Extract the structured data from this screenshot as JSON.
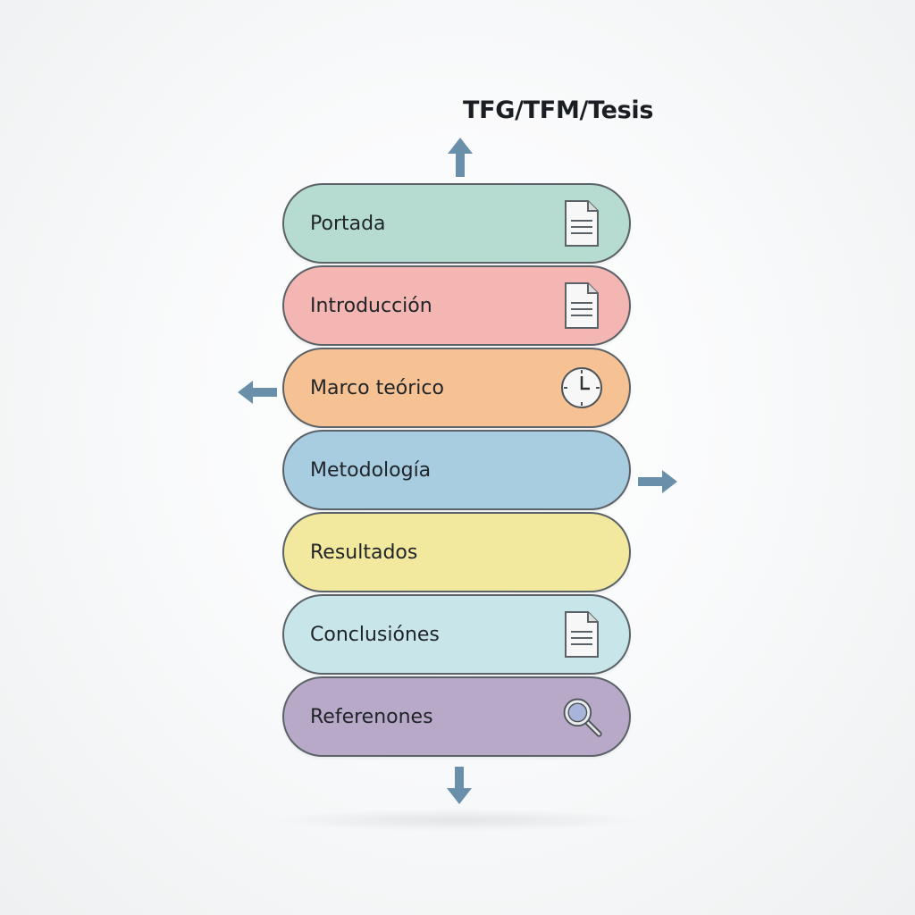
{
  "diagram": {
    "title": "TFG/TFM/Tesis",
    "sections": [
      {
        "label": "Portada",
        "color": "#b6dcd2",
        "icon": "document-icon"
      },
      {
        "label": "Introducción",
        "color": "#f3b6b2",
        "icon": "document-icon"
      },
      {
        "label": "Marco teórico",
        "color": "#f6c293",
        "icon": "clock-icon"
      },
      {
        "label": "Metodología",
        "color": "#a8cce0",
        "icon": ""
      },
      {
        "label": "Resultados",
        "color": "#f2e89e",
        "icon": ""
      },
      {
        "label": "Conclusiónes",
        "color": "#c8e6ea",
        "icon": "document-icon"
      },
      {
        "label": "Referenones",
        "color": "#b8a9c8",
        "icon": "magnifier-icon"
      }
    ],
    "arrow_color": "#6a8fab"
  }
}
